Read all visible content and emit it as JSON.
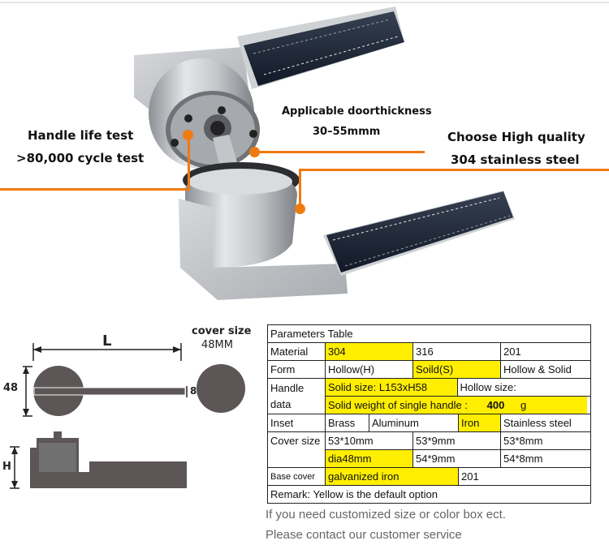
{
  "callouts": {
    "handle_life_line1": "Handle life test",
    "handle_life_line2": ">80,000 cycle test",
    "door_line1": "Applicable doorthickness",
    "door_line2": "30–55mmm",
    "steel_line1": "Choose High quality",
    "steel_line2": "304 stainless steel"
  },
  "drawing": {
    "length_label": "L",
    "height_label": "48",
    "thickness_label": "8",
    "cover_size_line1": "cover size",
    "cover_size_line2": "48MM",
    "h_label": "H"
  },
  "table": {
    "title": "Parameters Table",
    "material": {
      "label": "Material",
      "options": [
        "304",
        "316",
        "201"
      ]
    },
    "form": {
      "label": "Form",
      "options": [
        "Hollow(H)",
        "Soild(S)",
        "Hollow & Solid"
      ]
    },
    "handle_data": {
      "label_line1": "Handle",
      "label_line2": "data",
      "solid_size": "Solid size: L153xH58",
      "hollow_size": "Hollow size:",
      "solid_weight_label": "Solid weight of single handle :",
      "solid_weight_value": "400",
      "solid_weight_unit": "g"
    },
    "inset": {
      "label": "Inset",
      "options": [
        "Brass",
        "Aluminum",
        "Iron",
        "Stainless steel"
      ]
    },
    "cover_size": {
      "label": "Cover size",
      "row1": [
        "53*10mm",
        "53*9mm",
        "53*8mm"
      ],
      "row2": [
        "dia48mm",
        "54*9mm",
        "54*8mm"
      ]
    },
    "base_cover": {
      "label": "Base cover",
      "options": [
        "galvanized iron",
        "201"
      ]
    },
    "remark": "Remark: Yellow is the default option"
  },
  "footer": {
    "line1": "If you need customized size or color box ect.",
    "line2": "Please contact our customer service"
  },
  "colors": {
    "highlight": "#ffee00",
    "callout_orange": "#f07a12",
    "leather": "#1f2937",
    "steel": "#b9bcc0"
  }
}
